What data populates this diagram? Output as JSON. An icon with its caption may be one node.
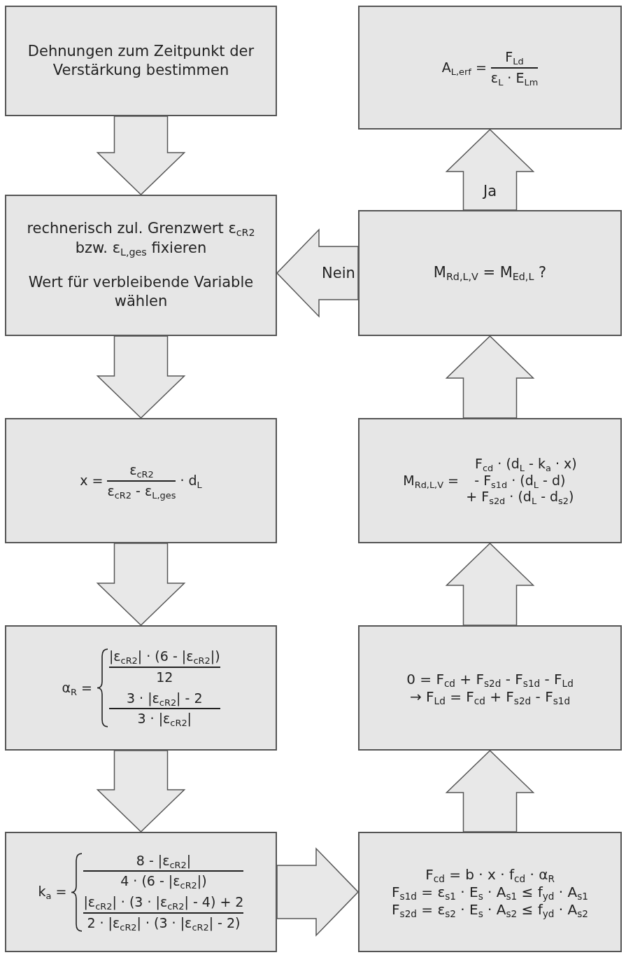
{
  "diagram": {
    "nodes": [
      {
        "text": [
          "Dehnungen zum Zeitpunkt der Verstärkung bestimmen"
        ]
      },
      {
        "text": [
          "rechnerisch zul. Grenzwert ε$_{cR2}$ bzw. ε$_{L,ges}$ fixieren",
          "Wert für verbleibende Variable wählen"
        ]
      },
      {
        "text": [
          "x =",
          "ε$_{cR2}$",
          "ε$_{cR2}$ - ε$_{L,ges}$",
          "· d$_{L}$"
        ]
      },
      {
        "text": [
          "α$_{R}$ =",
          "|ε$_{cR2}$| · (6 - |ε$_{cR2}$|)",
          "12",
          "3 · |ε$_{cR2}$| - 2",
          "3 · |ε$_{cR2}$|"
        ]
      },
      {
        "text": [
          "k$_{a}$ =",
          "8 - |ε$_{cR2}$|",
          "4 · (6 - |ε$_{cR2}$|)",
          "|ε$_{cR2}$| · (3 · |ε$_{cR2}$| - 4) + 2",
          "2 · |ε$_{cR2}$| · (3 · |ε$_{cR2}$| - 2)"
        ]
      },
      {
        "text": [
          "F$_{cd}$ = b · x · f$_{cd}$ · α$_{R}$",
          "F$_{s1d}$ = ε$_{s1}$ · E$_{s}$ · A$_{s1}$ ≤ f$_{yd}$ · A$_{s1}$",
          "F$_{s2d}$ = ε$_{s2}$ · E$_{s}$ · A$_{s2}$ ≤ f$_{yd}$ · A$_{s2}$"
        ]
      },
      {
        "text": [
          "0 = F$_{cd}$ + F$_{s2d}$ - F$_{s1d}$ - F$_{Ld}$",
          "→ F$_{Ld}$ = F$_{cd}$ + F$_{s2d}$ - F$_{s1d}$"
        ]
      },
      {
        "text": [
          "M$_{Rd,L,V}$ =",
          "F$_{cd}$ · (d$_{L}$ - k$_{a}$ · x)",
          "- F$_{s1d}$ · (d$_{L}$ - d)",
          "+ F$_{s2d}$ · (d$_{L}$ - d$_{s2}$)"
        ]
      },
      {
        "text": [
          "M$_{Rd,L,V}$ = M$_{Ed,L}$ ?"
        ]
      },
      {
        "text": [
          "A$_{L,erf}$ =",
          "F$_{Ld}$",
          "ε$_{L}$ · E$_{Lm}$"
        ]
      }
    ],
    "edges": [
      {
        "from": 0,
        "to": 1,
        "arrow": "to"
      },
      {
        "from": 1,
        "to": 2,
        "arrow": "to"
      },
      {
        "from": 2,
        "to": 3,
        "arrow": "to"
      },
      {
        "from": 3,
        "to": 4,
        "arrow": "to"
      },
      {
        "from": 4,
        "to": 5,
        "arrow": "to"
      },
      {
        "from": 5,
        "to": 6,
        "arrow": "to"
      },
      {
        "from": 6,
        "to": 7,
        "arrow": "to"
      },
      {
        "from": 7,
        "to": 8,
        "arrow": "to"
      },
      {
        "from": 8,
        "to": 9,
        "arrow": "to",
        "label": "Ja"
      },
      {
        "from": 8,
        "to": 1,
        "arrow": "to",
        "label": "Nein"
      }
    ]
  }
}
